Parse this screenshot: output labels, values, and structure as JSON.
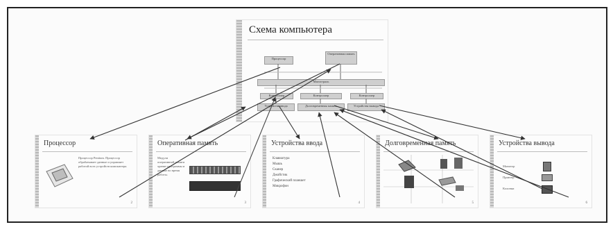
{
  "main": {
    "title": "Схема компьютера",
    "blocks": {
      "processor": "Процессор",
      "memory": "Оперативная память",
      "bus": "Магистраль",
      "ctrl1": "Контроллер",
      "ctrl2": "Контроллер",
      "ctrl3": "Контроллер",
      "in_devices": "Устройства ввода",
      "storage": "Долговременная память",
      "out_devices": "Устройства вывода"
    }
  },
  "slides": {
    "processor": {
      "title": "Процессор",
      "text": "Процессор Pentium. Процессор обрабатывает данные и управляет работой всех устройств компьютера.",
      "number": "2"
    },
    "memory": {
      "title": "Оперативная память",
      "text": "Модули оперативной памяти хранят программы и данные во время работы.",
      "number": "3"
    },
    "input": {
      "title": "Устройства ввода",
      "items": [
        "Клавиатура",
        "Мышь",
        "Сканер",
        "Джойстик",
        "Графический планшет",
        "Микрофон"
      ],
      "number": "4"
    },
    "storage": {
      "title": "Долговременная память",
      "number": "5"
    },
    "output": {
      "title": "Устройства вывода",
      "items": [
        "Монитор",
        "Принтер",
        "Колонки"
      ],
      "number": "6"
    }
  },
  "colors": {
    "frame": "#222222",
    "arrow": "#333333",
    "box": "#cfcfcf"
  }
}
